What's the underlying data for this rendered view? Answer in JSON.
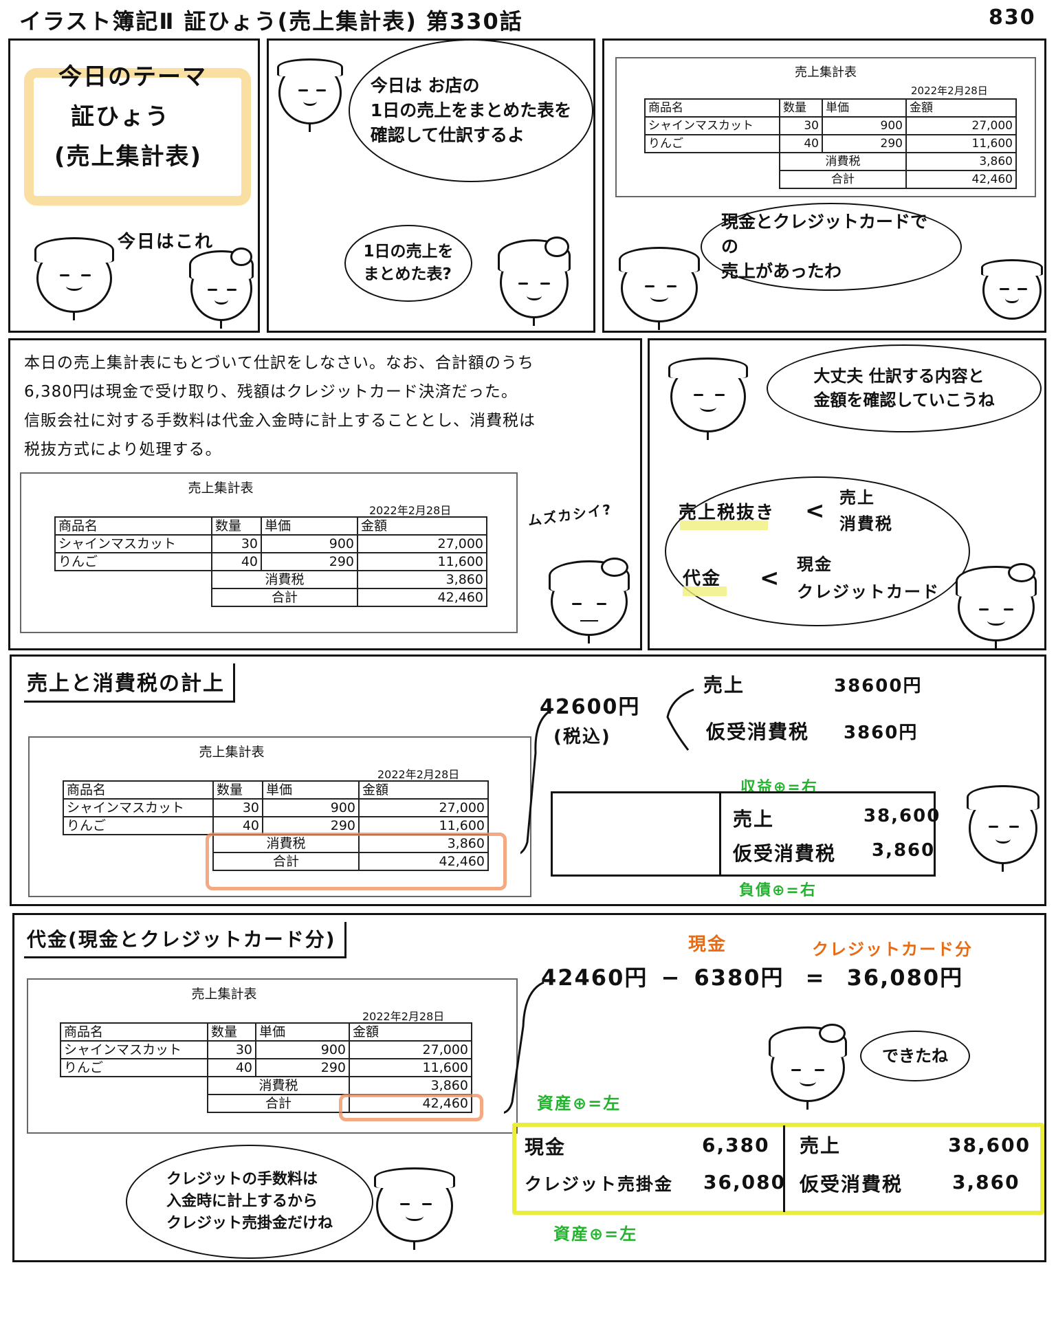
{
  "header": {
    "title": "イラスト簿記Ⅱ 証ひょう(売上集計表) 第330話",
    "page_no": "830"
  },
  "panel1": {
    "theme_lines": [
      "今日のテーマ",
      "証ひょう",
      "(売上集計表)"
    ],
    "caption": "今日はこれ"
  },
  "panel2": {
    "bubble_lines": [
      "今日は お店の",
      "1日の売上をまとめた表を",
      "確認して仕訳するよ"
    ],
    "reply_lines": [
      "1日の売上を",
      "まとめた表?"
    ]
  },
  "sales_table": {
    "title": "売上集計表",
    "date": "2022年2月28日",
    "headers": [
      "商品名",
      "数量",
      "単価",
      "金額"
    ],
    "rows": [
      {
        "name": "シャインマスカット",
        "qty": "30",
        "price": "900",
        "amount": "27,000"
      },
      {
        "name": "りんご",
        "qty": "40",
        "price": "290",
        "amount": "11,600"
      }
    ],
    "tax_label": "消費税",
    "tax_amount": "3,860",
    "total_label": "合計",
    "total_amount": "42,460"
  },
  "panel3": {
    "bubble_lines": [
      "現金とクレジットカードでの",
      "売上があったわ"
    ]
  },
  "problem": {
    "text_lines": [
      "本日の売上集計表にもとづいて仕訳をしなさい。なお、合計額のうち",
      "6,380円は現金で受け取り、残額はクレジットカード決済だった。",
      "信販会社に対する手数料は代金入金時に計上することとし、消費税は",
      "税抜方式により処理する。"
    ],
    "murmur": "ムズカシイ?"
  },
  "panel5": {
    "bubble_lines": [
      "大丈夫 仕訳する内容と",
      "金額を確認していこうね"
    ],
    "sales_ex_tax": "売上税抜き",
    "sales_ex_tax_parts": [
      "売上",
      "消費税"
    ],
    "payment": "代金",
    "payment_parts": [
      "現金",
      "クレジットカード"
    ]
  },
  "section_sales": {
    "heading": "売上と消費税の計上",
    "amount_label": "42600円",
    "amount_sub": "(税込)",
    "branch_sales": "売上",
    "branch_sales_amount": "38600円",
    "branch_tax": "仮受消費税",
    "branch_tax_amount": "3860円",
    "top_note": "収益⊕=右",
    "bottom_note": "負債⊕=右",
    "ledger_sales": "売上",
    "ledger_sales_amount": "38,600",
    "ledger_tax": "仮受消費税",
    "ledger_tax_amount": "3,860"
  },
  "section_payment": {
    "heading": "代金(現金とクレジットカード分)",
    "equation_left": "42460円",
    "equation_minus": "−",
    "equation_mid": "6380円",
    "equation_eq": "=",
    "equation_right": "36,080円",
    "label_cash": "現金",
    "label_credit": "クレジットカード分",
    "bubble_done": "できたね",
    "top_note": "資産⊕=左",
    "bottom_note": "資産⊕=左",
    "entry_cash": "現金",
    "entry_cash_amount": "6,380",
    "entry_credit": "クレジット売掛金",
    "entry_credit_amount": "36,080",
    "entry_sales": "売上",
    "entry_sales_amount": "38,600",
    "entry_tax": "仮受消費税",
    "entry_tax_amount": "3,860",
    "note_lines": [
      "クレジットの手数料は",
      "入金時に計上するから",
      "クレジット売掛金だけね"
    ]
  },
  "colors": {
    "orange_highlight": "#f08c5a",
    "yellow_highlight": "#ecec3a",
    "green_note": "#23b32e",
    "orange_note": "#e86a12",
    "theme_highlight": "#f7d27a"
  }
}
